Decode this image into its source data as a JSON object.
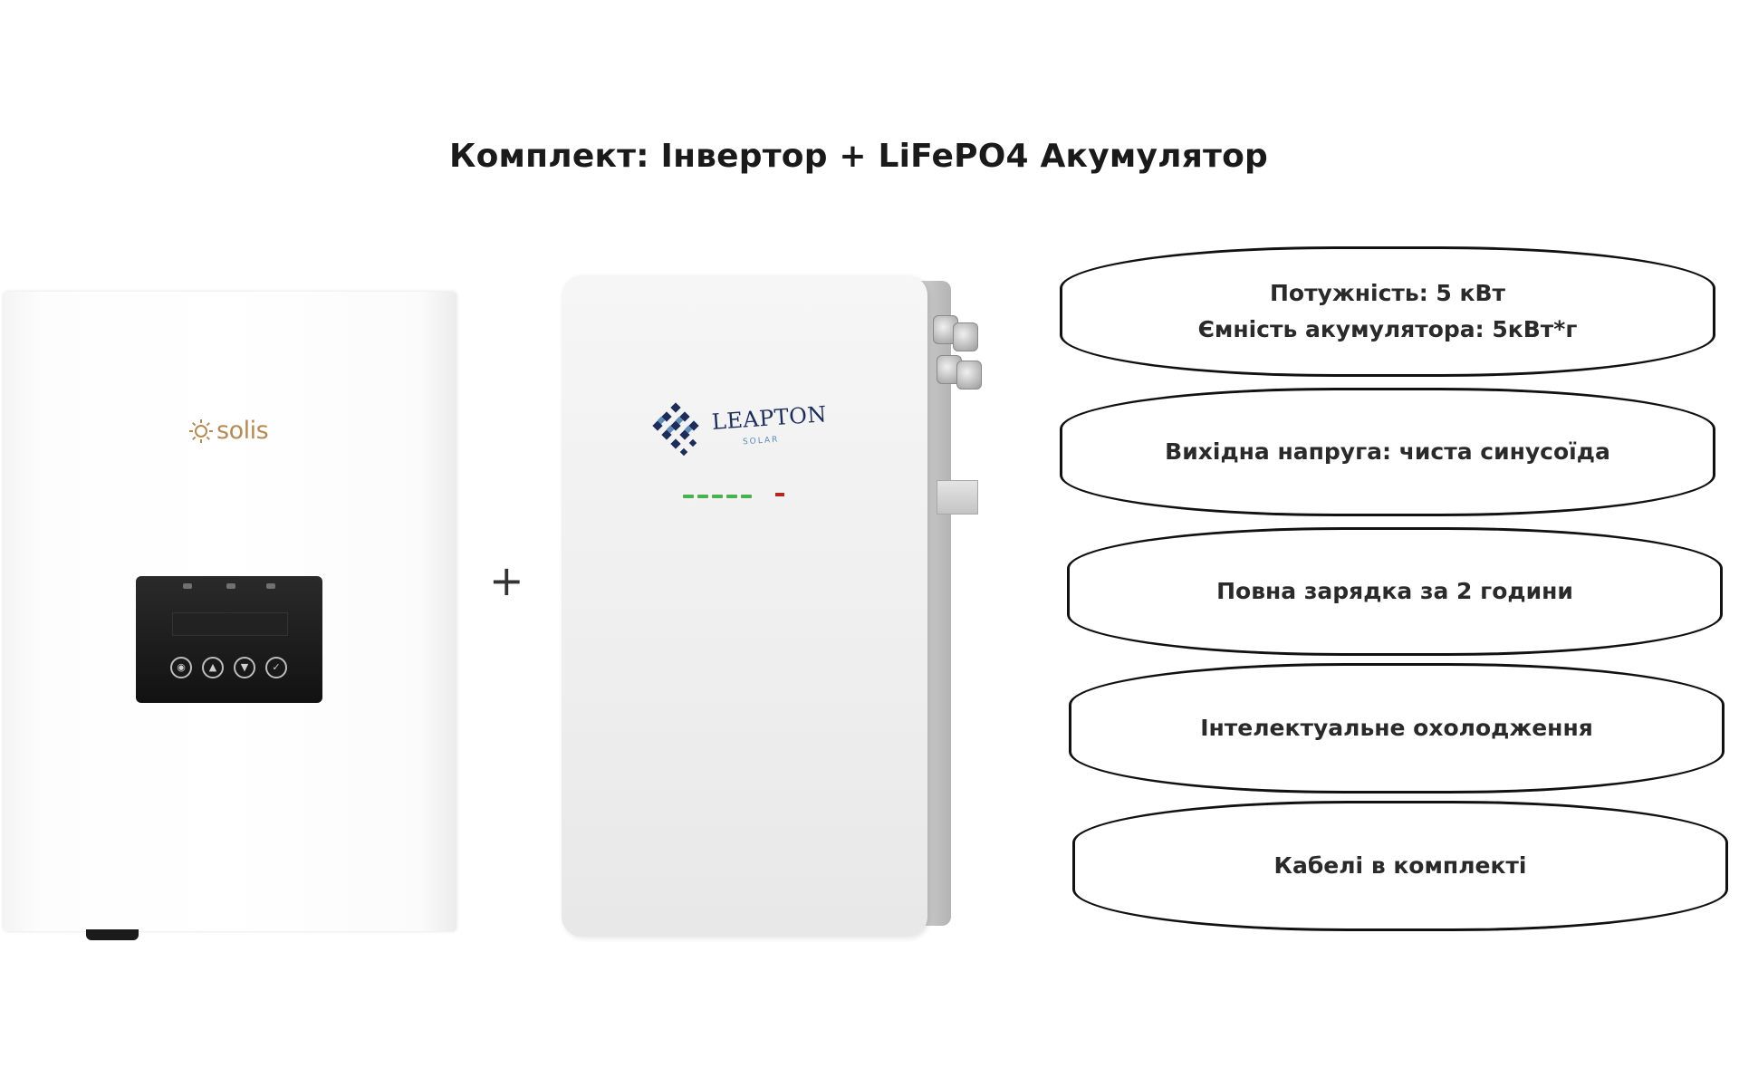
{
  "title": "Комплект: Інвертор + LiFePO4 Акумулятор",
  "inverter": {
    "brand_logo_text": "solis",
    "display_buttons": [
      "◉",
      "▲",
      "▼",
      "✓"
    ]
  },
  "plus_sign": "+",
  "battery": {
    "brand_logo_text": "LEAPTON",
    "brand_logo_sub": "SOLAR"
  },
  "features": [
    {
      "line1": "Потужність: 5 кВт",
      "line2": "Ємність акумулятора: 5кВт*г"
    },
    {
      "line1": "Вихідна напруга: чиста синусоїда"
    },
    {
      "line1": "Повна зарядка за 2 години"
    },
    {
      "line1": "Інтелектуальне охолодження"
    },
    {
      "line1": "Кабелі в комплекті"
    }
  ],
  "colors": {
    "solis_brand": "#b58a55",
    "leapton_brand": "#1d2d5a",
    "border": "#111111"
  }
}
